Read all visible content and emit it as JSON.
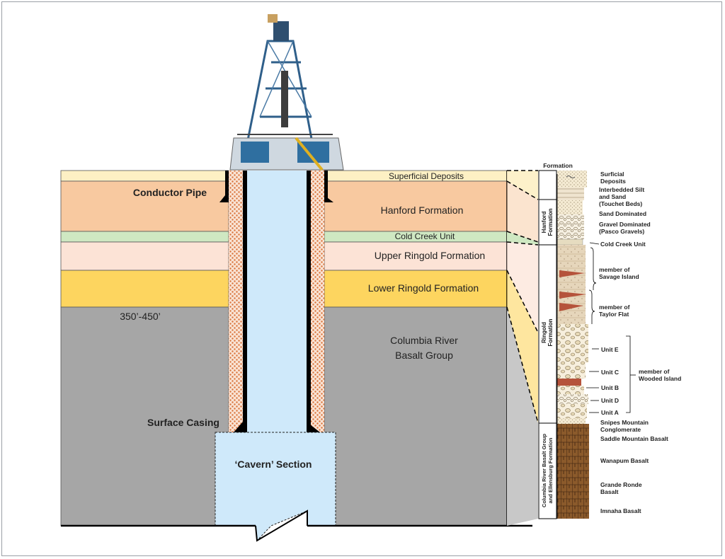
{
  "labels": {
    "superficial": "Superficial Deposits",
    "conductor_pipe": "Conductor Pipe",
    "hanford": "Hanford Formation",
    "cold_creek": "Cold Creek Unit",
    "upper_ringold": "Upper Ringold Formation",
    "lower_ringold": "Lower Ringold Formation",
    "depth": "350’-450’",
    "crbg_line1": "Columbia River",
    "crbg_line2": "Basalt Group",
    "surface_casing": "Surface Casing",
    "cavern": "‘Cavern’ Section"
  },
  "column": {
    "header": "Formation",
    "groups": {
      "hanford_1": "Hanford",
      "hanford_2": "Formation",
      "ringold_1": "Ringold",
      "ringold_2": "Formation",
      "crbg_1": "Columbia River Basalt Group",
      "crbg_2": "and Ellensburg Formation"
    },
    "units": {
      "surficial_1": "Surficial",
      "surficial_2": "Deposits",
      "silt_1": "Interbedded Silt",
      "silt_2": "and Sand",
      "silt_3": "(Touchet Beds)",
      "sand_dom": "Sand Dominated",
      "gravel_1": "Gravel Dominated",
      "gravel_2": "(Pasco Gravels)",
      "cold_creek": "Cold Creek Unit",
      "savage_1": "member of",
      "savage_2": "Savage Island",
      "taylor_1": "member of",
      "taylor_2": "Taylor Flat",
      "unit_e": "Unit E",
      "unit_c": "Unit C",
      "unit_b": "Unit B",
      "unit_d": "Unit D",
      "unit_a": "Unit A",
      "wooded_1": "member of",
      "wooded_2": "Wooded Island",
      "snipes_1": "Snipes Mountain",
      "snipes_2": "Conglomerate",
      "saddle": "Saddle Mountain Basalt",
      "wanapum": "Wanapum Basalt",
      "grande_1": "Grande Ronde",
      "grande_2": "Basalt",
      "imnaha": "Imnaha Basalt"
    }
  },
  "colors": {
    "superficial": "#fdf0c4",
    "hanford": "#f8c9a0",
    "cold_creek": "#cfe8c2",
    "upper_ringold": "#fce3d6",
    "lower_ringold": "#fdd55f",
    "basalt": "#a6a6a6",
    "well": "#cfe9fa",
    "grout": "#f9e3d4"
  }
}
